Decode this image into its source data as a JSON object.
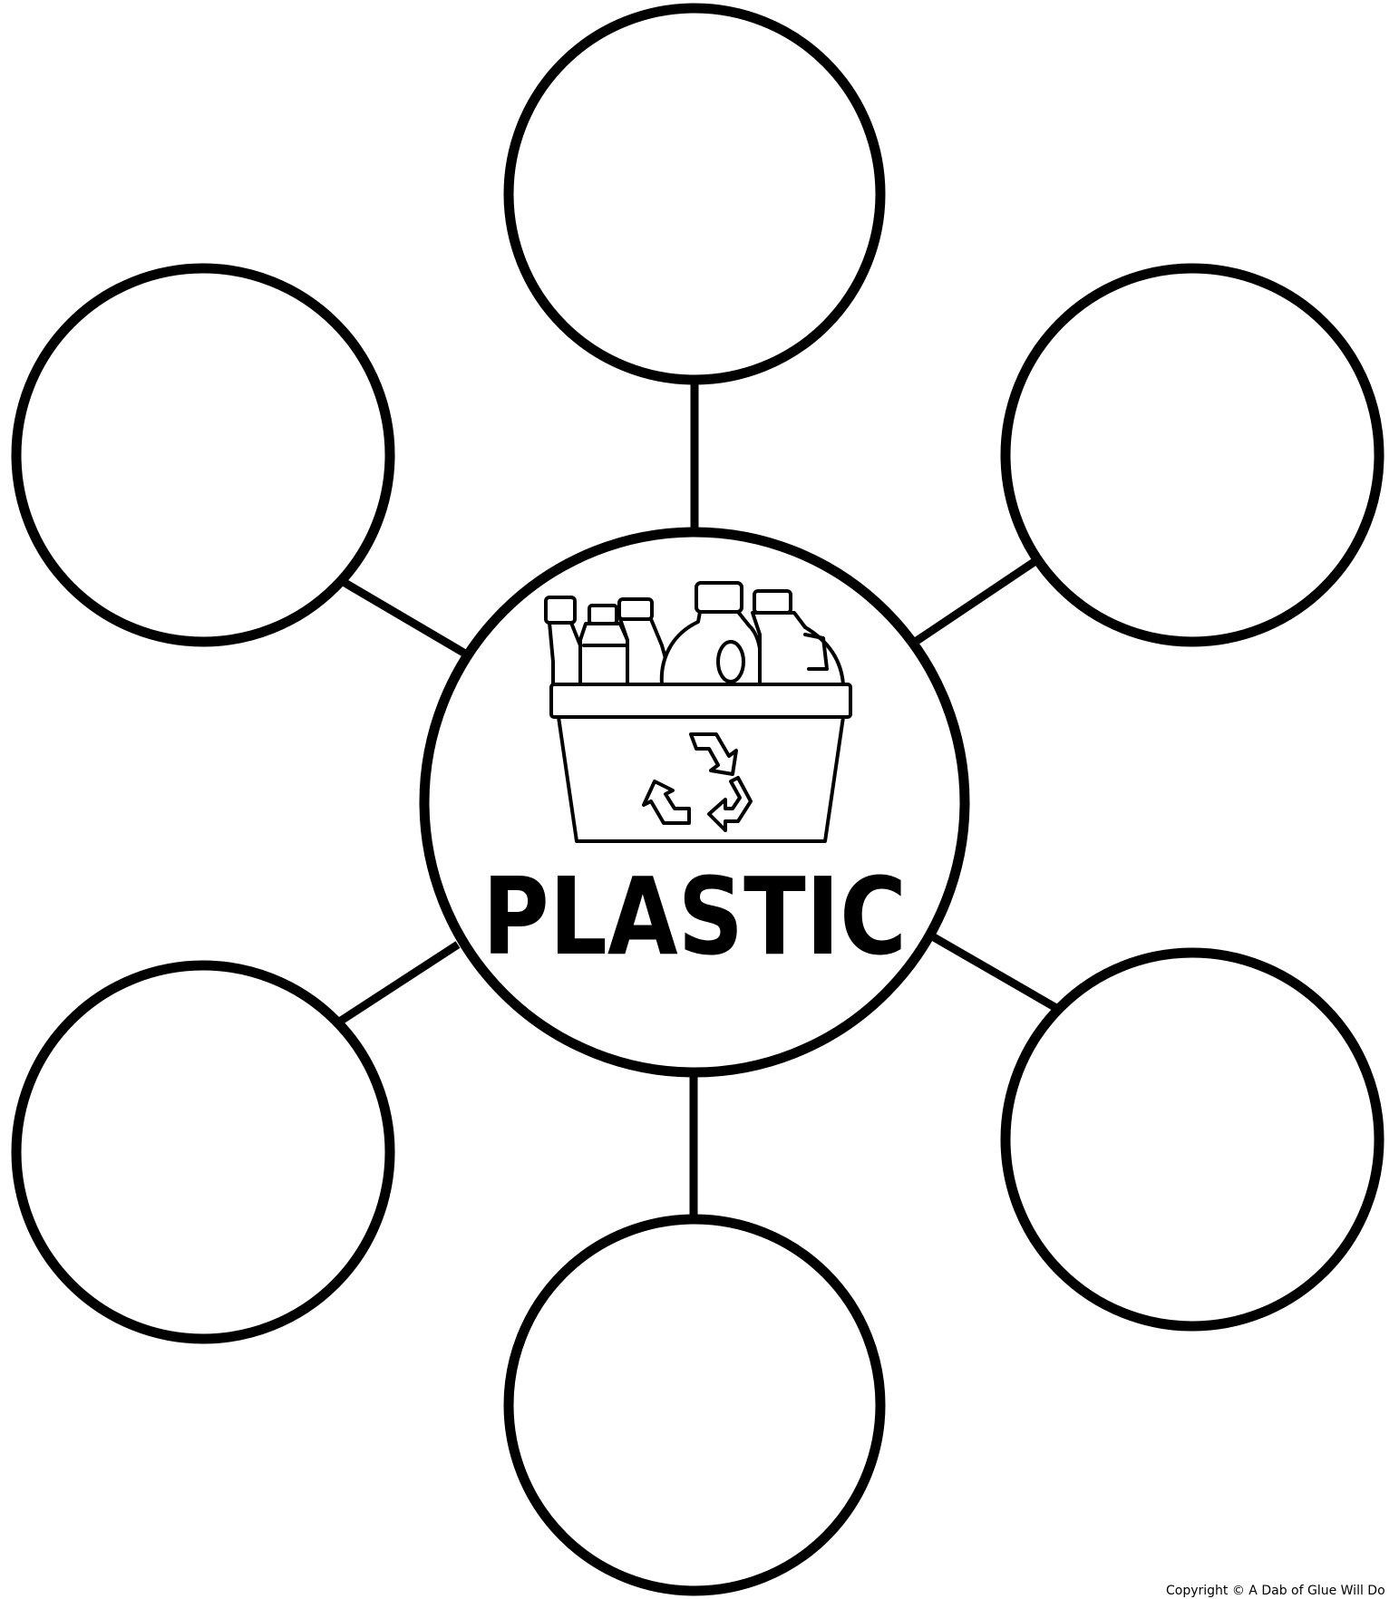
{
  "center": {
    "title": "PLASTIC",
    "icon": "recycling-bin-with-plastic-bottles-icon"
  },
  "outer_nodes": [
    {
      "position": "top",
      "text": ""
    },
    {
      "position": "upper-left",
      "text": ""
    },
    {
      "position": "upper-right",
      "text": ""
    },
    {
      "position": "lower-left",
      "text": ""
    },
    {
      "position": "lower-right",
      "text": ""
    },
    {
      "position": "bottom",
      "text": ""
    }
  ],
  "footer": {
    "copyright": "Copyright © A Dab of Glue Will Do"
  },
  "colors": {
    "ink": "#000000",
    "paper": "#ffffff"
  }
}
